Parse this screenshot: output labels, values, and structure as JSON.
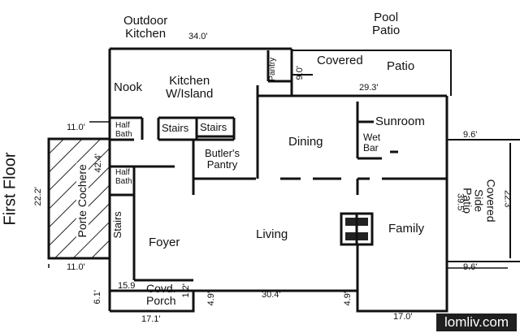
{
  "labels": {
    "outdoor_kitchen": "Outdoor\nKitchen",
    "pool_patio": "Pool\nPatio",
    "covered_patio_1": "Covered",
    "covered_patio_2": "Patio",
    "nook": "Nook",
    "kitchen": "Kitchen\nW/Island",
    "pantry": "Pantry",
    "half_bath_1": "Half\nBath",
    "half_bath_2": "Half\nBath",
    "stairs_1": "Stairs",
    "stairs_2": "Stairs",
    "stairs_3": "Stairs",
    "butlers_pantry": "Butler's\nPantry",
    "dining": "Dining",
    "sunroom": "Sunroom",
    "wet_bar": "Wet\nBar",
    "covered_side_patio": "Covered\nSide\nPatio",
    "first_floor": "First Floor",
    "porte_cochere": "Porte Cochere",
    "foyer": "Foyer",
    "living": "Living",
    "family": "Family",
    "covd_porch": "Covd.\nPorch"
  },
  "dimensions": {
    "d34_0": "34.0'",
    "d9_0": "9.0'",
    "d29_3": "29.3'",
    "d11_0_top": "11.0'",
    "d9_6_top": "9.6'",
    "d42_4": "42.4'",
    "d22_2": "22.2'",
    "d39_5": "39.5'",
    "d22_3": "22.3'",
    "d11_0_bottom": "11.0'",
    "d9_6_bottom": "9.6'",
    "d15_9": "15.9",
    "d1_2": "1.2'",
    "d6_1": "6.1'",
    "d4_9_left": "4.9'",
    "d30_4": "30.4'",
    "d4_9_right": "4.9'",
    "d17_1": "17.1'",
    "d17_0": "17.0'"
  },
  "watermark": "lomliv.com"
}
